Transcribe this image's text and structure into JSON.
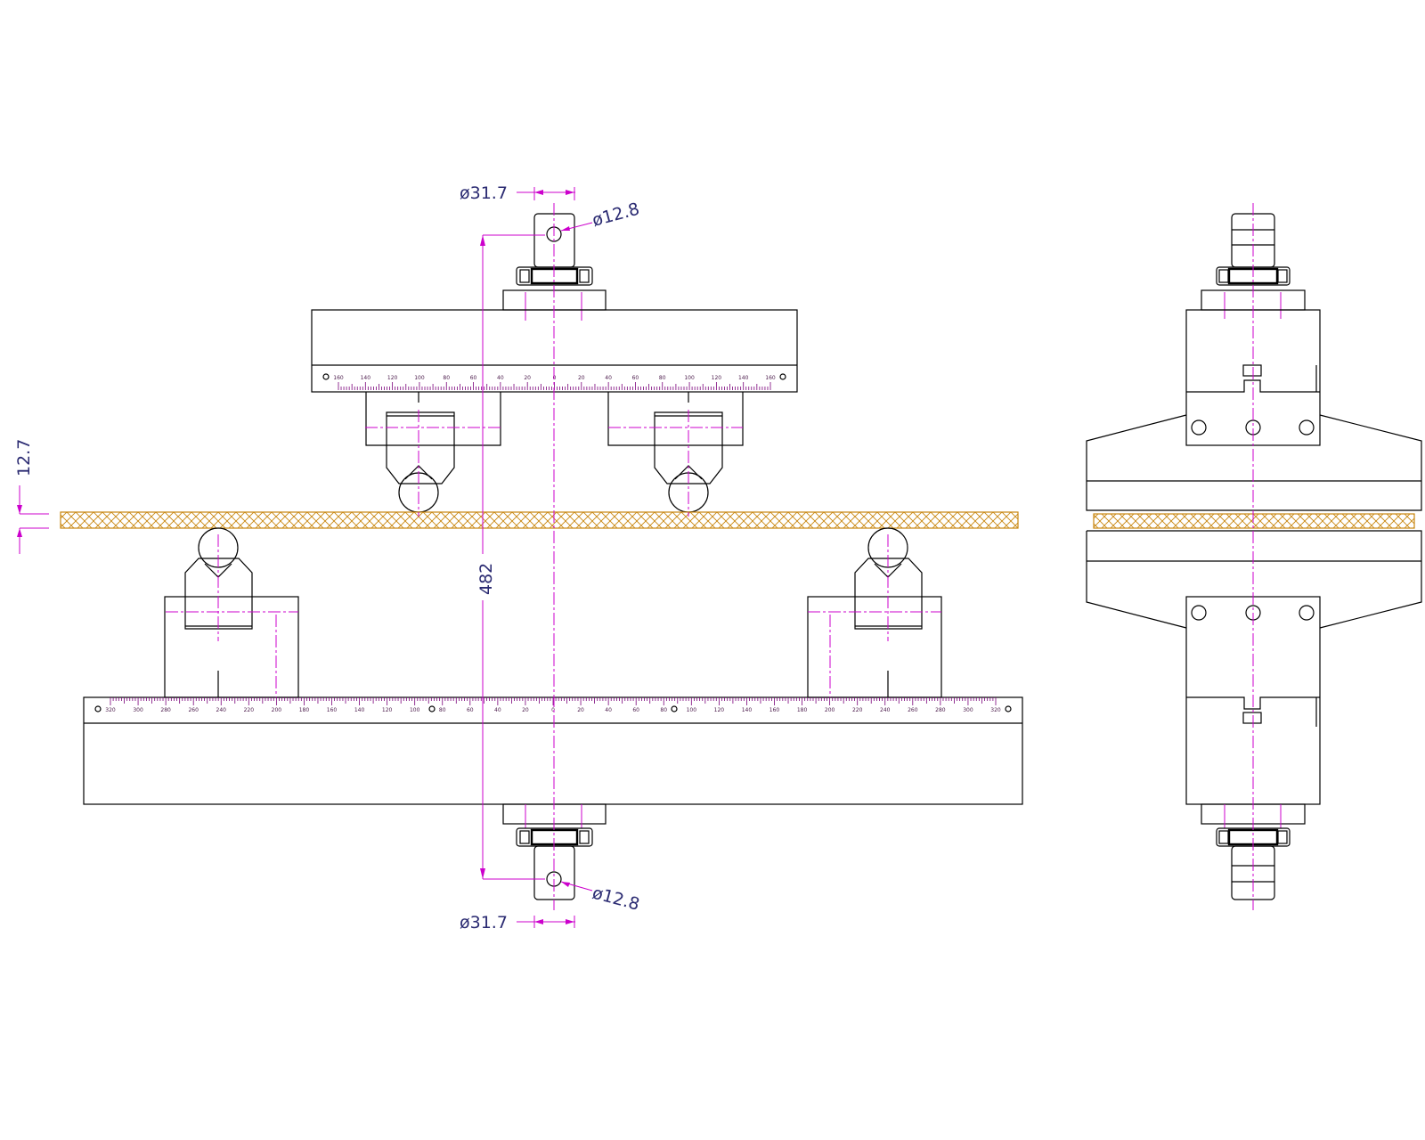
{
  "dimensions": {
    "top_pin_diameter": "ø31.7",
    "top_hole_diameter": "ø12.8",
    "bottom_pin_diameter": "ø31.7",
    "bottom_hole_diameter": "ø12.8",
    "overall_height": "482",
    "specimen_thickness": "12.7"
  },
  "upper_scale": {
    "labels": [
      "160",
      "140",
      "120",
      "100",
      "80",
      "60",
      "40",
      "20",
      "0",
      "20",
      "40",
      "60",
      "80",
      "100",
      "120",
      "140",
      "160"
    ]
  },
  "lower_scale": {
    "labels": [
      "320",
      "300",
      "280",
      "260",
      "240",
      "220",
      "200",
      "180",
      "160",
      "140",
      "120",
      "100",
      "80",
      "60",
      "40",
      "20",
      "0",
      "20",
      "40",
      "60",
      "80",
      "100",
      "120",
      "140",
      "160",
      "180",
      "200",
      "220",
      "240",
      "260",
      "280",
      "300",
      "320"
    ]
  },
  "colors": {
    "outline": "#000000",
    "centerline": "#cc00cc",
    "dimension_text": "#2b2b72",
    "specimen": "#c8860f"
  }
}
